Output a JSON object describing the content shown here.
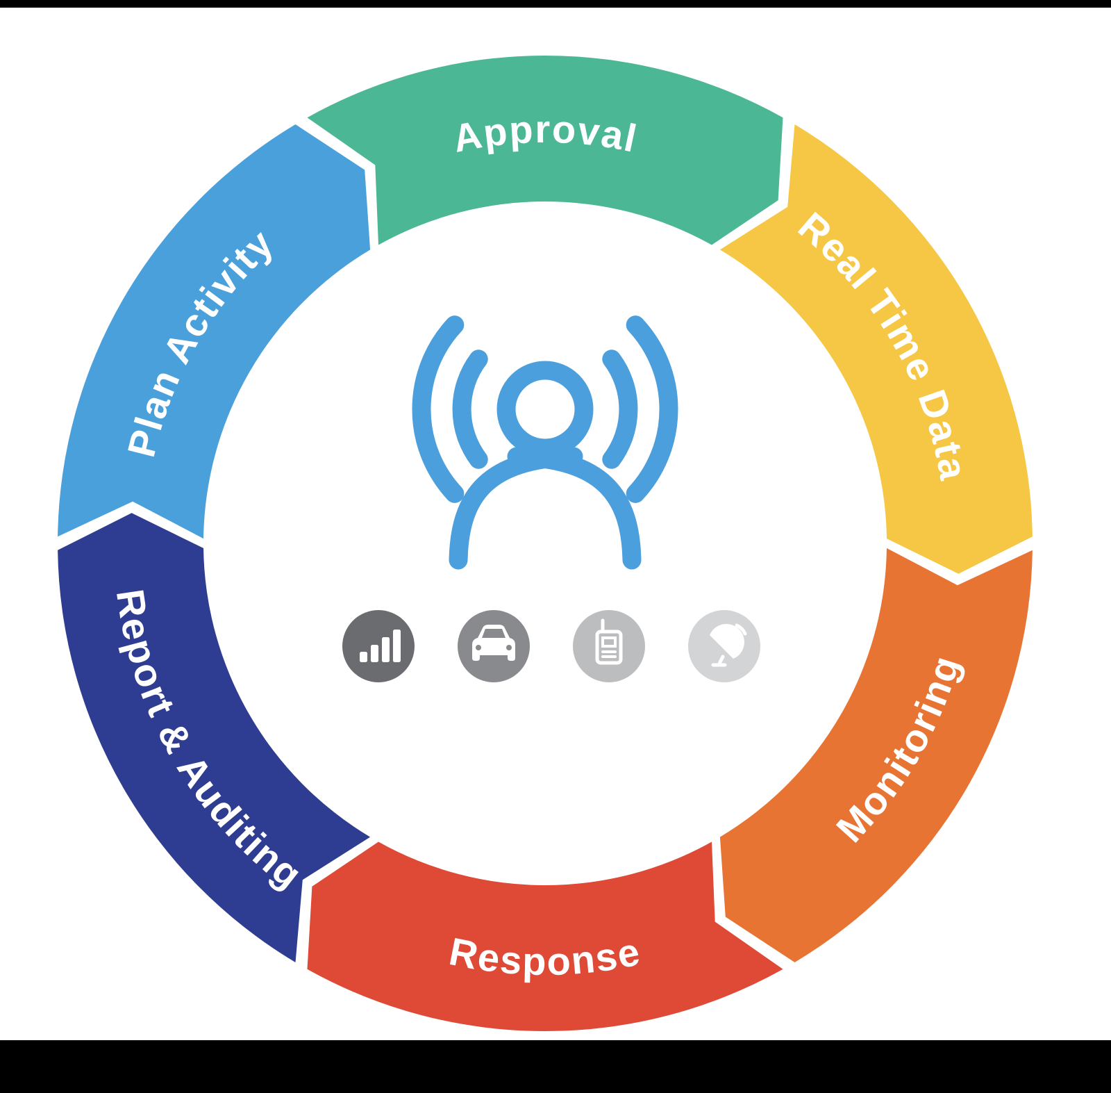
{
  "page": {
    "background_color": "#ffffff",
    "letterbox_color": "#000000"
  },
  "diagram": {
    "type": "circular-cycle",
    "flow_direction": "clockwise",
    "label_text_color": "#ffffff",
    "segments": [
      {
        "label": "Approval",
        "color": "#4CB795",
        "angle_center": 0
      },
      {
        "label": "Real Time Data",
        "color": "#F6C645",
        "angle_center": 60
      },
      {
        "label": "Monitoring",
        "color": "#E87434",
        "angle_center": 120
      },
      {
        "label": "Response",
        "color": "#DF4A37",
        "angle_center": 180
      },
      {
        "label": "Report & Auditing",
        "color": "#2E3D92",
        "angle_center": 240
      },
      {
        "label": "Plan Activity",
        "color": "#4AA0DB",
        "angle_center": 300
      }
    ],
    "center": {
      "logo": "person-signal-waves-logo",
      "logo_color": "#4B9FDC"
    },
    "icons": [
      {
        "name": "signal-bars-icon",
        "badge_color": "#6B6C6F"
      },
      {
        "name": "car-icon",
        "badge_color": "#898A8D"
      },
      {
        "name": "walkie-talkie-icon",
        "badge_color": "#BCBDBF"
      },
      {
        "name": "satellite-dish-icon",
        "badge_color": "#D3D4D6"
      }
    ]
  }
}
